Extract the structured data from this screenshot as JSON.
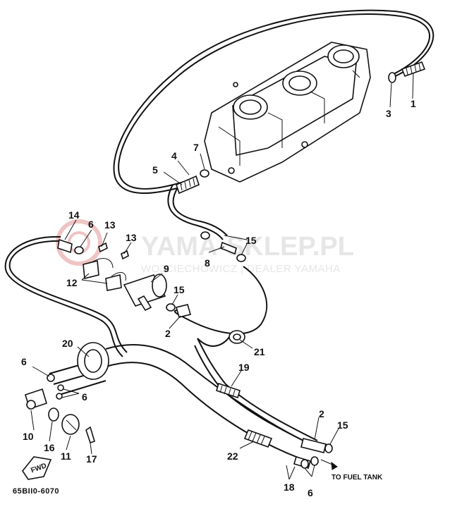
{
  "watermark": {
    "title": "YAMA-SKLEP.PL",
    "subtitle": "WOJCIECHOWICZ | DEALER YAMAHA",
    "accent_color": "#e9a4a4"
  },
  "diagram": {
    "part_code": "65BII0-6070",
    "fwd_label": "FWD",
    "fuel_tank_note": "TO FUEL TANK",
    "callouts": [
      {
        "id": "c1",
        "label": "1"
      },
      {
        "id": "c3",
        "label": "3"
      },
      {
        "id": "c4",
        "label": "4"
      },
      {
        "id": "c7",
        "label": "7"
      },
      {
        "id": "c5",
        "label": "5"
      },
      {
        "id": "c14",
        "label": "14"
      },
      {
        "id": "c6a",
        "label": "6"
      },
      {
        "id": "c13a",
        "label": "13"
      },
      {
        "id": "c13b",
        "label": "13"
      },
      {
        "id": "c15a",
        "label": "15"
      },
      {
        "id": "c8",
        "label": "8"
      },
      {
        "id": "c9",
        "label": "9"
      },
      {
        "id": "c12",
        "label": "12"
      },
      {
        "id": "c15b",
        "label": "15"
      },
      {
        "id": "c2a",
        "label": "2"
      },
      {
        "id": "c20",
        "label": "20"
      },
      {
        "id": "c21",
        "label": "21"
      },
      {
        "id": "c6b",
        "label": "6"
      },
      {
        "id": "c6c",
        "label": "6"
      },
      {
        "id": "c19",
        "label": "19"
      },
      {
        "id": "c10",
        "label": "10"
      },
      {
        "id": "c16",
        "label": "16"
      },
      {
        "id": "c11",
        "label": "11"
      },
      {
        "id": "c17",
        "label": "17"
      },
      {
        "id": "c2b",
        "label": "2"
      },
      {
        "id": "c15c",
        "label": "15"
      },
      {
        "id": "c22",
        "label": "22"
      },
      {
        "id": "c18",
        "label": "18"
      },
      {
        "id": "c6d",
        "label": "6"
      }
    ]
  }
}
